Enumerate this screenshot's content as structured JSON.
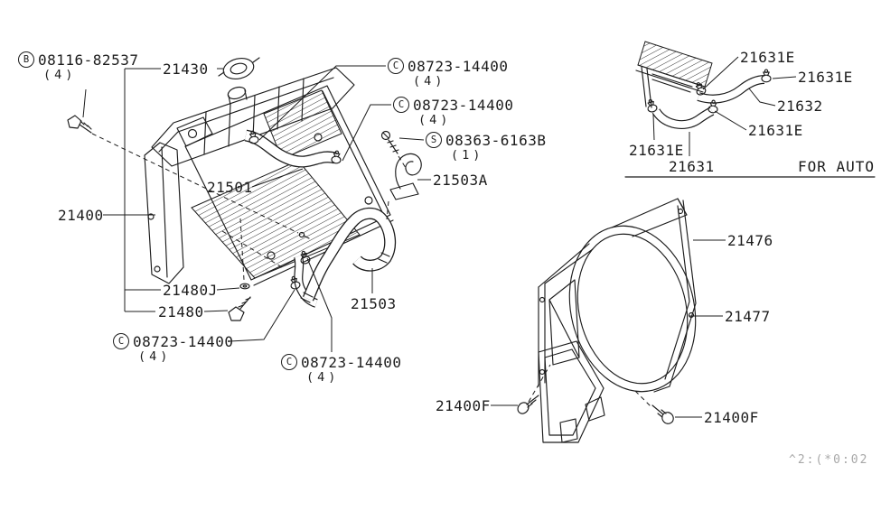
{
  "page": {
    "background": "#ffffff",
    "ink": "#1c1c1c",
    "watermark_color": "#a8a8a8"
  },
  "inset": {
    "note": "FOR AUTO"
  },
  "watermark": "^2:(*0:02",
  "labels": [
    {
      "id": "bolt-08116",
      "prefix": "B",
      "number": "08116-82537",
      "qty": "(4)"
    },
    {
      "id": "radiator-cap",
      "number": "21430"
    },
    {
      "id": "clamp-upper-left",
      "prefix": "C",
      "number": "08723-14400",
      "qty": "(4)"
    },
    {
      "id": "clamp-upper-right",
      "prefix": "C",
      "number": "08723-14400",
      "qty": "(4)"
    },
    {
      "id": "screw-bracket",
      "prefix": "S",
      "number": "08363-6163B",
      "qty": "(1)"
    },
    {
      "id": "hose-bracket",
      "number": "21503A"
    },
    {
      "id": "hose-upper",
      "number": "21501"
    },
    {
      "id": "radiator",
      "number": "21400"
    },
    {
      "id": "washer",
      "number": "21480J"
    },
    {
      "id": "drain-plug",
      "number": "21480"
    },
    {
      "id": "clamp-lower-left",
      "prefix": "C",
      "number": "08723-14400",
      "qty": "(4)"
    },
    {
      "id": "clamp-lower-mid",
      "prefix": "C",
      "number": "08723-14400",
      "qty": "(4)"
    },
    {
      "id": "hose-lower",
      "number": "21503"
    },
    {
      "id": "inset-clamp-top",
      "number": "21631E"
    },
    {
      "id": "inset-clamp-right",
      "number": "21631E"
    },
    {
      "id": "inset-hose-upper",
      "number": "21632"
    },
    {
      "id": "inset-clamp-mid",
      "number": "21631E"
    },
    {
      "id": "inset-clamp-left",
      "number": "21631E"
    },
    {
      "id": "inset-hose-lower",
      "number": "21631"
    },
    {
      "id": "shroud-upper",
      "number": "21476"
    },
    {
      "id": "shroud-lower",
      "number": "21477"
    },
    {
      "id": "shroud-bolt-left",
      "number": "21400F"
    },
    {
      "id": "shroud-bolt-right",
      "number": "21400F"
    }
  ]
}
